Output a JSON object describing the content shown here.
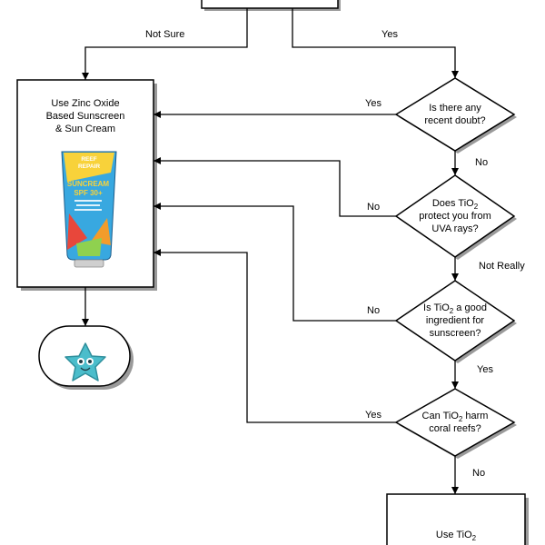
{
  "colors": {
    "stroke": "#000000",
    "fill": "#ffffff",
    "shadow": "#9a9a9a",
    "star": "#4bbdcb",
    "tube_blue": "#38a8e0",
    "tube_yellow": "#f8d23a"
  },
  "nodes": {
    "zinc": {
      "lines": [
        "Use Zinc Oxide",
        "Based Sunscreen",
        "& Sun Cream"
      ]
    },
    "product": {
      "icon": "sunscreen-tube",
      "brand_line1": "REEF",
      "brand_line2": "REPAIR",
      "name_line1": "SUNCREAM",
      "name_line2": "SPF 30+"
    },
    "terminal": {
      "icon": "starfish-icon"
    },
    "q1": {
      "line1": "Is there any",
      "line2": "recent doubt?"
    },
    "q2": {
      "line1_pre": "Does TiO",
      "sub": "2",
      "line2": "protect you from",
      "line3": "UVA rays?"
    },
    "q3": {
      "line1_pre": "Is TiO",
      "sub": "2",
      "line1_post": " a good",
      "line2": "ingredient for",
      "line3": "sunscreen?"
    },
    "q4": {
      "line1_pre": "Can TiO",
      "sub": "2",
      "line1_post": " harm",
      "line2": "coral reefs?"
    },
    "use_tio2": {
      "pre": "Use TiO",
      "sub": "2"
    }
  },
  "edges": {
    "not_sure": "Not Sure",
    "yes_top": "Yes",
    "q1_yes": "Yes",
    "q1_no": "No",
    "q2_no": "No",
    "q2_not_really": "Not Really",
    "q3_no": "No",
    "q3_yes": "Yes",
    "q4_yes": "Yes",
    "q4_no": "No"
  }
}
